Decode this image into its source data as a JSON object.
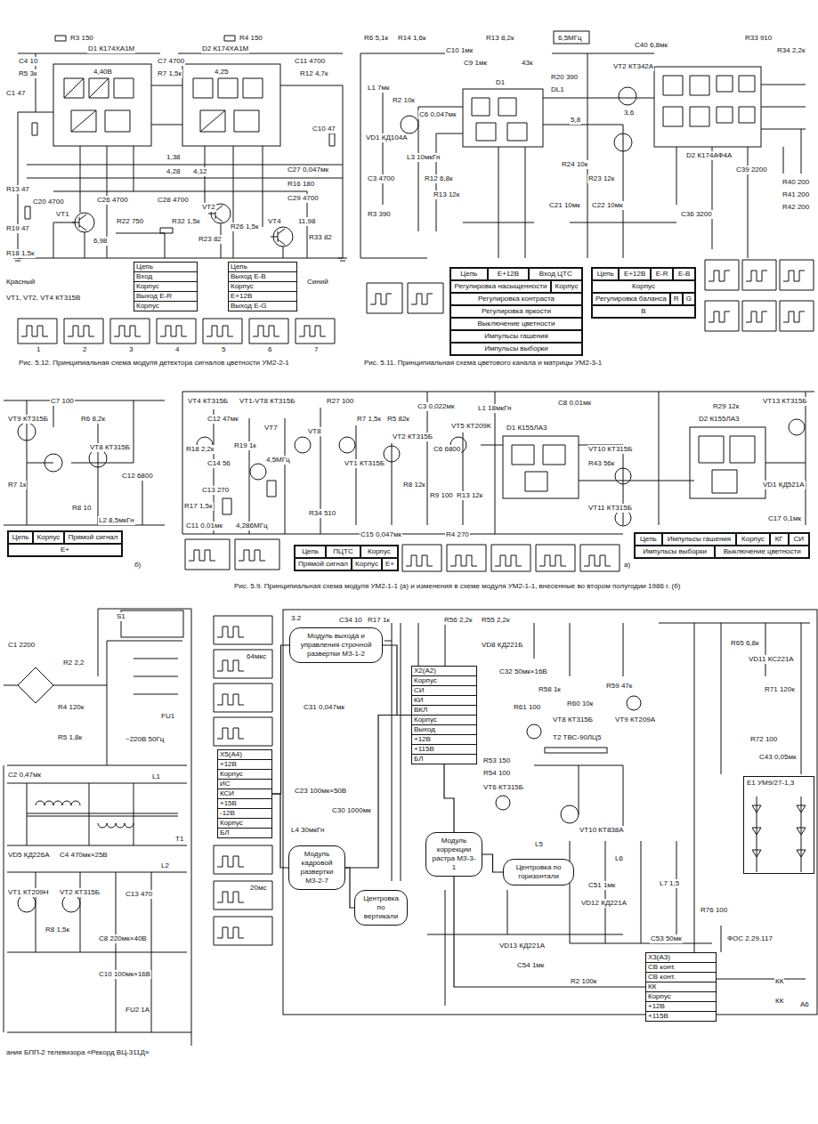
{
  "diagram": {
    "nodes": [
      {
        "text": [
          "Цепь",
          "Вход",
          "Корпус",
          "Выход E-R",
          "Корпус"
        ]
      },
      {
        "text": [
          "Цепь",
          "Выход E-B",
          "Корпус",
          "Е+12В",
          "Выход E-G"
        ]
      },
      {
        "text": [
          "Цепь",
          "Е+12В",
          "Вход ЦТС",
          "Регулировка насыщенности",
          "Корпус",
          "Регулировка контраста",
          "Регулировка яркости",
          "Выключение цветности",
          "Импульсы гашения",
          "Импульсы выборки"
        ]
      },
      {
        "text": [
          "Цепь",
          "Е+12В",
          "Е-R",
          "Е-B",
          "Корпус",
          "Регулировка баланса",
          "R",
          "G",
          "B"
        ]
      },
      {
        "text": [
          "Цепь",
          "Корпус",
          "Прямой сигнал",
          "Е+"
        ]
      },
      {
        "text": [
          "Цепь",
          "ПЦТС",
          "Корпус",
          "Прямой сигнал",
          "Корпус",
          "Е+"
        ]
      },
      {
        "text": [
          "Цепь",
          "Импульсы гашения",
          "Корпус",
          "КГ",
          "СИ",
          "Импульсы выборки",
          "Выключение цветности"
        ]
      },
      {
        "text": [
          "Модуль выхода и управления строчной развертки МЗ-1-2"
        ]
      },
      {
        "text": [
          "X2(A2)",
          "Корпус",
          "СИ",
          "КИ",
          "ВКЛ",
          "Корпус",
          "Выход",
          "+12В",
          "+115В",
          "БЛ"
        ]
      },
      {
        "text": [
          "X5(A4)",
          "+12В",
          "Корпус",
          "ИС",
          "КСИ",
          "+15В",
          "-12В",
          "Корпус",
          "БЛ"
        ]
      },
      {
        "text": [
          "E1 УМ9/27-1,3"
        ]
      },
      {
        "text": [
          "Модуль коррекции растра МЗ-3-1"
        ]
      },
      {
        "text": [
          "Модуль кадровой развертки МЗ-2-7"
        ]
      },
      {
        "text": [
          "Центровка по горизонтали"
        ]
      },
      {
        "text": [
          "Центровка по вертикали"
        ]
      },
      {
        "text": [
          "X3(A3)",
          "СВ конт.",
          "СВ конт.",
          "КК",
          "Корпус",
          "+12В",
          "+115В"
        ]
      }
    ],
    "edges": [
      {
        "from": 9,
        "to": 7,
        "arrow": "none"
      },
      {
        "from": 9,
        "to": 12,
        "arrow": "none"
      },
      {
        "from": 7,
        "to": 8,
        "arrow": "none"
      },
      {
        "from": 12,
        "to": 8,
        "arrow": "none"
      },
      {
        "from": 11,
        "to": 8,
        "arrow": "none"
      },
      {
        "from": 14,
        "to": 12,
        "arrow": "none"
      },
      {
        "from": 13,
        "to": 11,
        "arrow": "none"
      },
      {
        "from": 15,
        "to": 11,
        "arrow": "none"
      }
    ],
    "labels": [
      "R3 150",
      "D1 К174ХА1М",
      "R4 150",
      "D2 К174ХА1М",
      "4,40В",
      "4,25",
      "C4 10",
      "R5 3к",
      "C1 47",
      "C7 4700",
      "R7 1,5к",
      "C11 4700",
      "R12 4,7к",
      "C10 47",
      "1,38",
      "4,28",
      "4,12",
      "C26 4700",
      "C28 4700",
      "R13 47",
      "C20 4700",
      "C27 0,047мк",
      "R16 180",
      "C29 4700",
      "VT1",
      "6,98",
      "R22 750",
      "R32 1,5к",
      "R19 47",
      "R18 1,5к",
      "VT2",
      "R23 82",
      "R26 1,5к",
      "VT4",
      "11,98",
      "R33 82",
      "Красный",
      "Синий",
      "VT1, VT2, VT4 КТ315В",
      "1",
      "2",
      "3",
      "4",
      "5",
      "6",
      "7",
      "Рис. 5.12. Принципиальная схема модуля детектора сигналов цветности УМ2-2-1",
      "R6 5,1к",
      "R14 1,6к",
      "R13 8,2к",
      "6,5МГц",
      "C10 1мк",
      "C9 1мк",
      "43к",
      "L1 7мк",
      "R2 10к",
      "C6 0,047мк",
      "VD1 КД104А",
      "L3 10мкГн",
      "C3 4700",
      "R3 390",
      "R12 6,8к",
      "R13 12к",
      "D1",
      "R20 390",
      "DL1",
      "VT2 КТ342А",
      "C40 6,8мк",
      "R33 910",
      "R34 2,2к",
      "D2 К174АФ4А",
      "R24 10к",
      "R23 12к",
      "C21 10мк",
      "C22 10мк",
      "C36 3200",
      "C39 2200",
      "R40 200",
      "R41 200",
      "R42 200",
      "3,6",
      "5,8",
      "Рис. 5.11. Принципиальная схема цветового канала и матрицы УМ2-3-1",
      "C7 100",
      "VT9 КТ315Б",
      "R6 8,2к",
      "VT8 КТ315Б",
      "C12 6800",
      "R7 1к",
      "R8 10",
      "L2 8,5мкГн",
      "б)",
      "VT4 КТ315Б",
      "VT1-VT8 КТ315Б",
      "R27 100",
      "C12 47мк",
      "R18 2,2к",
      "C14 56",
      "R19 1к",
      "VT7",
      "4,5МГц",
      "VT8",
      "C13 270",
      "R17 1,5к",
      "C11 0,01мк",
      "4,286МГц",
      "R34 510",
      "R7 1,5к",
      "R5 82к",
      "VT1 КТ315Б",
      "VT2 КТ315Б",
      "C3 0,022мк",
      "VT5 КТ209К",
      "L1 18мкГн",
      "C6 6800",
      "R8 12к",
      "R9 100",
      "R13 12к",
      "C15 0,047мк",
      "R4 270",
      "D1 К155ЛА3",
      "C8 0,01мк",
      "VT10 КТ315Б",
      "R43 56к",
      "VT11 КТ315Б",
      "R29 12к",
      "D2 К155ЛА3",
      "VT13 КТ315Б",
      "VD1 КД521А",
      "C17 0,1мк",
      "а)",
      "Рис. 5.9. Принципиальная схема модуля УМ2-1-1 (а) и изменения в схеме модуля УМ2-1-1, внесенные во втором полугодии 1986 г. (б)",
      "S1",
      "C1 2200",
      "R2 2,2",
      "R4 120к",
      "R5 1,8к",
      "C2 0,47мк",
      "~220В 50Гц",
      "FU1",
      "L1",
      "T1",
      "VD5 КД226А",
      "C4 470мк×25В",
      "VT1 КТ209Н",
      "VT2 КТ315Б",
      "L2",
      "C13 470",
      "R8 1,5к",
      "C8 220мк×40В",
      "C10 100мк×16В",
      "FU2 1А",
      "ания БПП-2 телевизора «Рекорд ВЦ-311Д»",
      "3.2",
      "C34 10",
      "R17 1к",
      "R56 2,2к",
      "R55 2,2к",
      "R65 6,8к",
      "VD11 КС221А",
      "R71 120к",
      "R72 100",
      "C43 0,05мк",
      "C32 50мк×16В",
      "R58 1к",
      "VD8 КД221Б",
      "R59 47к",
      "R60 10к",
      "R61 100",
      "VT8 КТ315Б",
      "VT9 КТ209А",
      "T2 ТВС-90ЛЦ5",
      "R53 150",
      "R54 100",
      "VT6 КТ315Б",
      "VT10 КТ838А",
      "C30 1000мк",
      "L4 30мкГн",
      "C23 100мк×50В",
      "C31 0,047мк",
      "L5",
      "L6",
      "C51 1мк",
      "VD12 КД221А",
      "L7 1,5",
      "R76 100",
      "VD13 КД221А",
      "C54 1мк",
      "R2 100к",
      "C53 50мк",
      "ФОС 2.29.117",
      "КК",
      "КК",
      "A6",
      "64мкс",
      "20мс"
    ]
  }
}
